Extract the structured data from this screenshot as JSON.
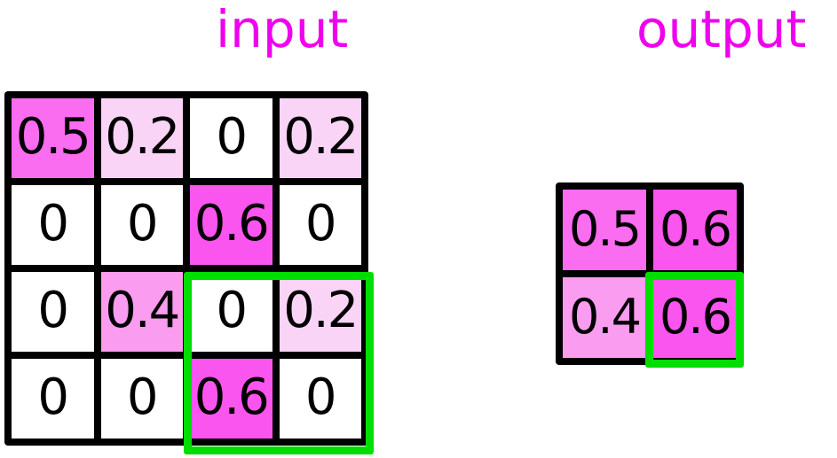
{
  "labels": {
    "input": "input",
    "output": "output",
    "label_color": "#ee00ee"
  },
  "colors": {
    "grid_line": "#000000",
    "highlight": "#00dd00",
    "value_text": "#000000",
    "cell_0": "#ffffff",
    "cell_0_2": "#fad4f7",
    "cell_0_4": "#fa9cf0",
    "cell_0_5": "#fa6cf0",
    "cell_0_6": "#fa55ee"
  },
  "input_grid": {
    "rows": 4,
    "cols": 4,
    "values": [
      [
        "0.5",
        "0.2",
        "0",
        "0.2"
      ],
      [
        "0",
        "0",
        "0.6",
        "0"
      ],
      [
        "0",
        "0.4",
        "0",
        "0.2"
      ],
      [
        "0",
        "0",
        "0.6",
        "0"
      ]
    ],
    "cell_colors": [
      [
        "#fa6cf0",
        "#fad4f7",
        "#ffffff",
        "#fad4f7"
      ],
      [
        "#ffffff",
        "#ffffff",
        "#fa55ee",
        "#ffffff"
      ],
      [
        "#ffffff",
        "#fa9cf0",
        "#ffffff",
        "#fad4f7"
      ],
      [
        "#ffffff",
        "#ffffff",
        "#fa55ee",
        "#ffffff"
      ]
    ],
    "highlight_region": "rows 3-4, cols 3-4"
  },
  "output_grid": {
    "rows": 2,
    "cols": 2,
    "values": [
      [
        "0.5",
        "0.6"
      ],
      [
        "0.4",
        "0.6"
      ]
    ],
    "cell_colors": [
      [
        "#fa6cf0",
        "#fa55ee"
      ],
      [
        "#fa9cf0",
        "#fa55ee"
      ]
    ],
    "highlight_region": "row 2, col 2"
  },
  "chart_data": {
    "type": "heatmap",
    "title": "",
    "panels": [
      {
        "name": "input",
        "type": "heatmap",
        "rows": 4,
        "cols": 4,
        "values": [
          [
            0.5,
            0.2,
            0,
            0.2
          ],
          [
            0,
            0,
            0.6,
            0
          ],
          [
            0,
            0.4,
            0,
            0.2
          ],
          [
            0,
            0,
            0.6,
            0
          ]
        ],
        "tick_labels": {
          "x": [],
          "y": []
        },
        "grid": true,
        "annotation": "green box outlines bottom-right 2x2 pooling window"
      },
      {
        "name": "output",
        "type": "heatmap",
        "rows": 2,
        "cols": 2,
        "values": [
          [
            0.5,
            0.6
          ],
          [
            0.4,
            0.6
          ]
        ],
        "tick_labels": {
          "x": [],
          "y": []
        },
        "grid": true,
        "annotation": "green box outlines bottom-right output cell = max of highlighted input window"
      }
    ],
    "operation": "2x2 max pooling, stride 2",
    "colormap": "white to magenta by value, range [0, 0.6]",
    "legend": "none"
  }
}
